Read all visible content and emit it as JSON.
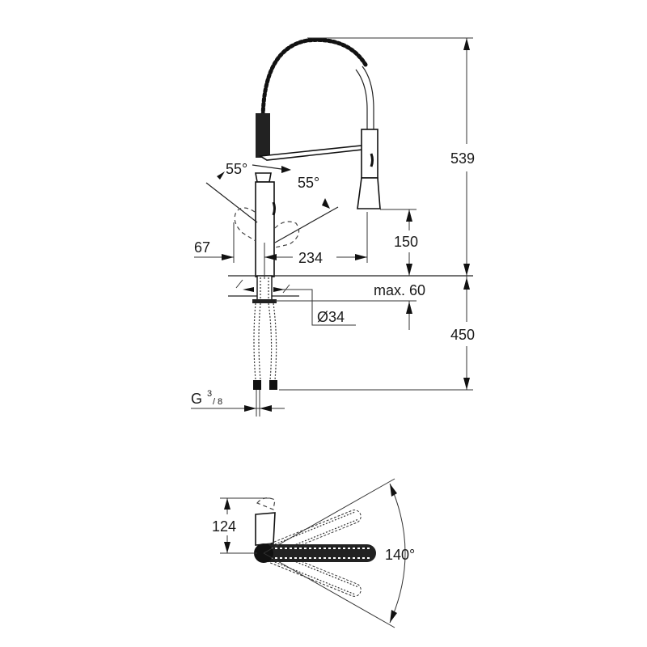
{
  "drawing": {
    "title": "Pull-down kitchen faucet dimension drawing",
    "line_color": "#1a1a1a",
    "background": "#ffffff"
  },
  "side_view": {
    "dimensions": {
      "total_height_above_deck": "539",
      "height_below_deck": "450",
      "spout_outlet_height": "150",
      "spout_reach": "234",
      "lever_offset": "67",
      "max_deck_thickness": "max. 60",
      "mounting_hole_diameter": "Ø34",
      "lever_angle_left": "55°",
      "lever_angle_right": "55°",
      "connection_thread_base": "G",
      "connection_thread_num": "3",
      "connection_thread_den": "8"
    }
  },
  "top_view": {
    "dimensions": {
      "lever_depth": "124",
      "swivel_range": "140°"
    }
  }
}
